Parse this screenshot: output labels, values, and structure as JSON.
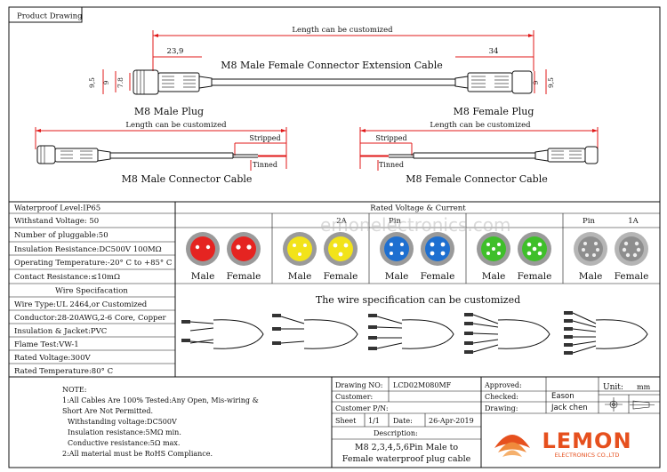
{
  "header": {
    "tag": "Product Drawing",
    "cable_title": "M8 Male Female Connector Extension Cable",
    "length_top": "Length can be customized",
    "dim_left": "23,9",
    "dim_right": "34",
    "dim_95_left": "9,5",
    "dim_9_left": "9",
    "dim_78": "7.8",
    "dim_9_right": "9",
    "dim_95_right": "9,5",
    "male_plug": "M8 Male Plug",
    "female_plug": "M8 Female Plug",
    "length_left": "Length can be customized",
    "length_right": "Length can be customized",
    "stripped_left": "Stripped",
    "tinned_left": "Tinned",
    "stripped_right": "Stripped",
    "tinned_right": "Tinned",
    "male_connector_cable": "M8 Male Connector Cable",
    "female_connector_cable": "M8 Female Connector Cable"
  },
  "specs": {
    "rows": [
      "Waterproof Level:IP65",
      "Withstand Voltage: 50",
      "Number of pluggable:50",
      "Insulation Resistance:DC500V 100MΩ",
      "Operating Temperature:-20° C to +85° C",
      "Contact Resistance:≤10mΩ"
    ],
    "wire_section": "Wire Specifacation",
    "wire_rows": [
      "Wire Type:UL 2464,or Customized",
      "Conductor:28-20AWG,2-6 Core, Copper",
      "Insulation & Jacket:PVC",
      "Flame Test:VW-1",
      "Rated Voltage:300V",
      "Rated Temperature:80° C"
    ]
  },
  "rated": {
    "header": "Rated Voltage & Current",
    "sub": [
      "",
      "2A",
      "Pin",
      "",
      "Pin",
      "1A"
    ],
    "pairs": [
      {
        "male": "Male",
        "female": "Female",
        "color": "#e52421"
      },
      {
        "male": "Male",
        "female": "Female",
        "color": "#f2e31a"
      },
      {
        "male": "Male",
        "female": "Female",
        "color": "#1e6fd0"
      },
      {
        "male": "Male",
        "female": "Female",
        "color": "#3fbf2a"
      },
      {
        "male": "Male",
        "female": "Female",
        "color": "#8e8e8e"
      }
    ],
    "wire_note": "The wire specification can be customized"
  },
  "watermark": "emonelectronics.com",
  "notes": {
    "title": "NOTE:",
    "lines": [
      "1:All Cables Are 100% Tested:Any Open, Mis-wiring &",
      "Short Are Not Permitted.",
      " Withstanding voltage:DC500V",
      " Insulation resistance:5MΩ min.",
      " Conductive resistance:5Ω max.",
      "2:All material must be RoHS Compliance."
    ]
  },
  "title_block": {
    "drawing_no_label": "Drawing NO:",
    "drawing_no": "LCD02M080MF",
    "approved_label": "Approved:",
    "approved": "",
    "unit_label": "Unit:",
    "unit": "mm",
    "customer_label": "Customer:",
    "customer": "",
    "checked_label": "Checked:",
    "checked": "Eason",
    "customer_pn_label": "Customer P/N:",
    "customer_pn": "",
    "drawing_label": "Drawing:",
    "drawing": "Jack chen",
    "sheet_label": "Sheet",
    "sheet": "1/1",
    "date_label": "Date:",
    "date": "26-Apr-2019",
    "description_label": "Description:",
    "description_1": "M8 2,3,4,5,6Pin Male to",
    "description_2": "Female waterproof plug cable",
    "logo_text": "LEMON",
    "logo_sub": "ELECTRONICS CO.,LTD"
  }
}
